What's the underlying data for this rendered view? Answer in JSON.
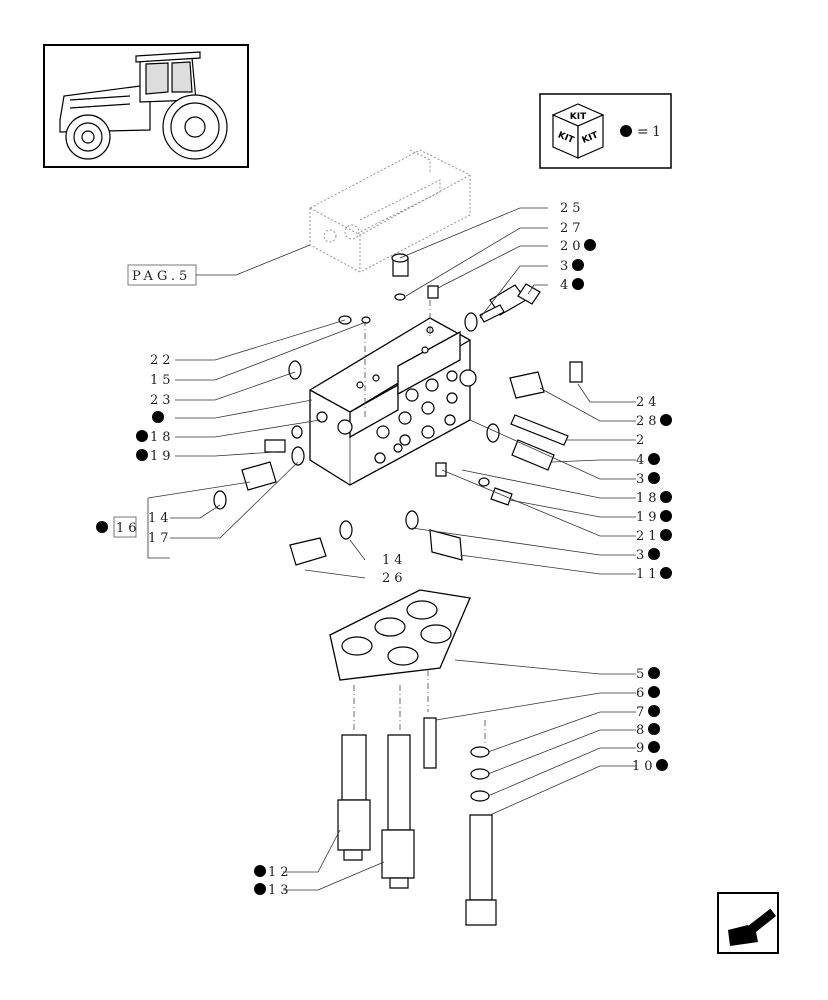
{
  "kit_legend": {
    "kit_word": "KIT",
    "equals": "=",
    "value": "1"
  },
  "reference_box": {
    "text": "PAG.5"
  },
  "boxed_callout": {
    "text": "16"
  },
  "callouts": [
    {
      "id": "c25",
      "text": "25",
      "dot": false
    },
    {
      "id": "c27",
      "text": "27",
      "dot": false
    },
    {
      "id": "c20",
      "text": "20",
      "dot": true
    },
    {
      "id": "c3a",
      "text": "3",
      "dot": true
    },
    {
      "id": "c4a",
      "text": "4",
      "dot": true
    },
    {
      "id": "c22",
      "text": "22",
      "dot": false
    },
    {
      "id": "c15",
      "text": "15",
      "dot": false
    },
    {
      "id": "c23",
      "text": "23",
      "dot": false
    },
    {
      "id": "cdot",
      "text": "",
      "dot": true
    },
    {
      "id": "c18l",
      "text": "18",
      "dot": true
    },
    {
      "id": "c19l",
      "text": "19",
      "dot": true
    },
    {
      "id": "c14l",
      "text": "14",
      "dot": false
    },
    {
      "id": "c17",
      "text": "17",
      "dot": false
    },
    {
      "id": "c14b",
      "text": "14",
      "dot": false
    },
    {
      "id": "c26",
      "text": "26",
      "dot": false
    },
    {
      "id": "c24",
      "text": "24",
      "dot": false
    },
    {
      "id": "c28",
      "text": "28",
      "dot": true
    },
    {
      "id": "c2",
      "text": "2",
      "dot": false
    },
    {
      "id": "c4b",
      "text": "4",
      "dot": true
    },
    {
      "id": "c3b",
      "text": "3",
      "dot": true
    },
    {
      "id": "c18r",
      "text": "18",
      "dot": true
    },
    {
      "id": "c19r",
      "text": "19",
      "dot": true
    },
    {
      "id": "c21",
      "text": "21",
      "dot": true
    },
    {
      "id": "c3c",
      "text": "3",
      "dot": true
    },
    {
      "id": "c11",
      "text": "11",
      "dot": true
    },
    {
      "id": "c5",
      "text": "5",
      "dot": true
    },
    {
      "id": "c6",
      "text": "6",
      "dot": true
    },
    {
      "id": "c7",
      "text": "7",
      "dot": true
    },
    {
      "id": "c8",
      "text": "8",
      "dot": true
    },
    {
      "id": "c9",
      "text": "9",
      "dot": true
    },
    {
      "id": "c10",
      "text": "10",
      "dot": true
    },
    {
      "id": "c12",
      "text": "12",
      "dot": true
    },
    {
      "id": "c13",
      "text": "13",
      "dot": true
    }
  ]
}
